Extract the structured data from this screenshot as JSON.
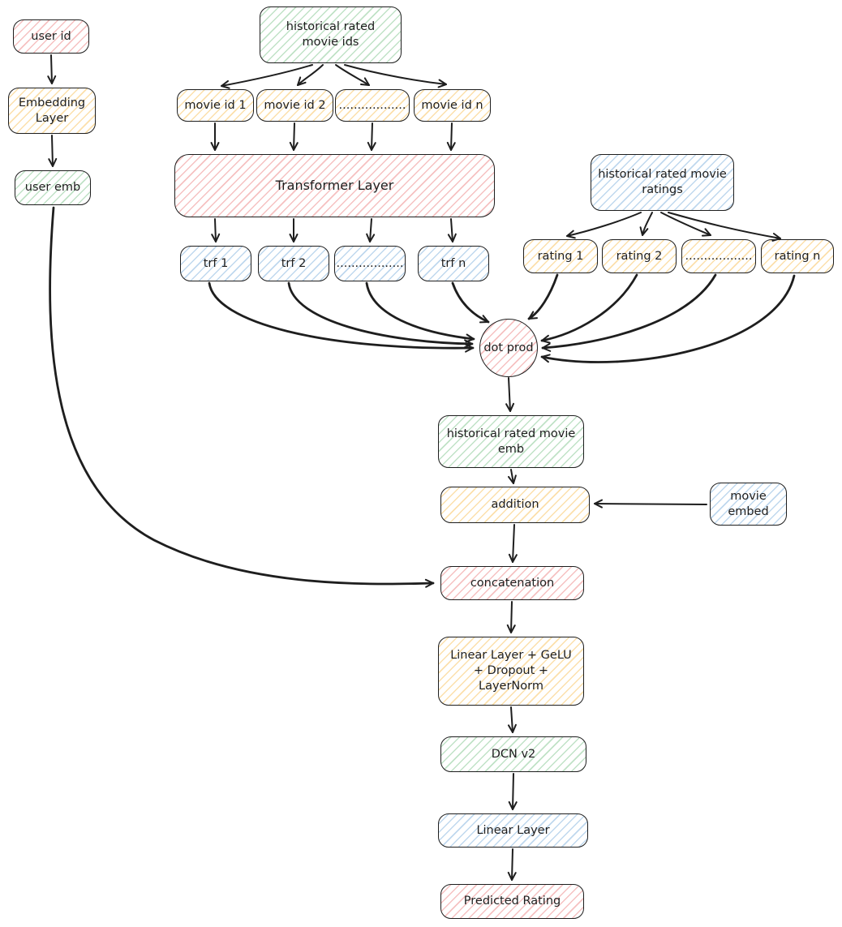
{
  "diagram": {
    "nodes": {
      "user_id": {
        "label": "user id",
        "color": "red"
      },
      "embedding_layer": {
        "label": "Embedding Layer",
        "color": "yellow"
      },
      "user_emb": {
        "label": "user emb",
        "color": "green"
      },
      "historical_rated_movie_ids": {
        "label": "historical rated movie ids",
        "color": "green"
      },
      "movie_id_1": {
        "label": "movie id 1",
        "color": "yellow"
      },
      "movie_id_2": {
        "label": "movie id 2",
        "color": "yellow"
      },
      "movie_id_dots": {
        "label": "..................",
        "color": "yellow"
      },
      "movie_id_n": {
        "label": "movie id n",
        "color": "yellow"
      },
      "transformer_layer": {
        "label": "Transformer Layer",
        "color": "red"
      },
      "trf_1": {
        "label": "trf 1",
        "color": "blue"
      },
      "trf_2": {
        "label": "trf 2",
        "color": "blue"
      },
      "trf_dots": {
        "label": "..................",
        "color": "blue"
      },
      "trf_n": {
        "label": "trf n",
        "color": "blue"
      },
      "historical_rated_movie_ratings": {
        "label": "historical rated movie ratings",
        "color": "blue"
      },
      "rating_1": {
        "label": "rating 1",
        "color": "yellow"
      },
      "rating_2": {
        "label": "rating 2",
        "color": "yellow"
      },
      "rating_dots": {
        "label": "..................",
        "color": "yellow"
      },
      "rating_n": {
        "label": "rating n",
        "color": "yellow"
      },
      "dot_prod": {
        "label": "dot prod",
        "color": "red"
      },
      "historical_rated_movie_emb": {
        "label": "historical rated movie emb",
        "color": "green"
      },
      "addition": {
        "label": "addition",
        "color": "yellow"
      },
      "movie_embed": {
        "label": "movie embed",
        "color": "blue"
      },
      "concatenation": {
        "label": "concatenation",
        "color": "red"
      },
      "linear_gelu_dropout_layernorm": {
        "label": "Linear Layer + GeLU + Dropout + LayerNorm",
        "color": "yellow"
      },
      "dcn_v2": {
        "label": "DCN v2",
        "color": "green"
      },
      "linear_layer": {
        "label": "Linear Layer",
        "color": "blue"
      },
      "predicted_rating": {
        "label": "Predicted Rating",
        "color": "red"
      }
    },
    "palette": {
      "stroke": "#1e1e1e",
      "background": "#ffffff",
      "red": "#e03131",
      "yellow": "#f08c00",
      "green": "#2f9e44",
      "blue": "#1971c2"
    },
    "edges": [
      {
        "from": "user_id",
        "to": "embedding_layer"
      },
      {
        "from": "embedding_layer",
        "to": "user_emb"
      },
      {
        "from": "user_emb",
        "to": "concatenation"
      },
      {
        "from": "historical_rated_movie_ids",
        "to": "movie_id_1"
      },
      {
        "from": "historical_rated_movie_ids",
        "to": "movie_id_2"
      },
      {
        "from": "historical_rated_movie_ids",
        "to": "movie_id_dots"
      },
      {
        "from": "historical_rated_movie_ids",
        "to": "movie_id_n"
      },
      {
        "from": "movie_id_1",
        "to": "transformer_layer"
      },
      {
        "from": "movie_id_2",
        "to": "transformer_layer"
      },
      {
        "from": "movie_id_dots",
        "to": "transformer_layer"
      },
      {
        "from": "movie_id_n",
        "to": "transformer_layer"
      },
      {
        "from": "transformer_layer",
        "to": "trf_1"
      },
      {
        "from": "transformer_layer",
        "to": "trf_2"
      },
      {
        "from": "transformer_layer",
        "to": "trf_dots"
      },
      {
        "from": "transformer_layer",
        "to": "trf_n"
      },
      {
        "from": "trf_1",
        "to": "dot_prod"
      },
      {
        "from": "trf_2",
        "to": "dot_prod"
      },
      {
        "from": "trf_dots",
        "to": "dot_prod"
      },
      {
        "from": "trf_n",
        "to": "dot_prod"
      },
      {
        "from": "historical_rated_movie_ratings",
        "to": "rating_1"
      },
      {
        "from": "historical_rated_movie_ratings",
        "to": "rating_2"
      },
      {
        "from": "historical_rated_movie_ratings",
        "to": "rating_dots"
      },
      {
        "from": "historical_rated_movie_ratings",
        "to": "rating_n"
      },
      {
        "from": "rating_1",
        "to": "dot_prod"
      },
      {
        "from": "rating_2",
        "to": "dot_prod"
      },
      {
        "from": "rating_dots",
        "to": "dot_prod"
      },
      {
        "from": "rating_n",
        "to": "dot_prod"
      },
      {
        "from": "dot_prod",
        "to": "historical_rated_movie_emb"
      },
      {
        "from": "historical_rated_movie_emb",
        "to": "addition"
      },
      {
        "from": "movie_embed",
        "to": "addition"
      },
      {
        "from": "addition",
        "to": "concatenation"
      },
      {
        "from": "concatenation",
        "to": "linear_gelu_dropout_layernorm"
      },
      {
        "from": "linear_gelu_dropout_layernorm",
        "to": "dcn_v2"
      },
      {
        "from": "dcn_v2",
        "to": "linear_layer"
      },
      {
        "from": "linear_layer",
        "to": "predicted_rating"
      }
    ]
  }
}
